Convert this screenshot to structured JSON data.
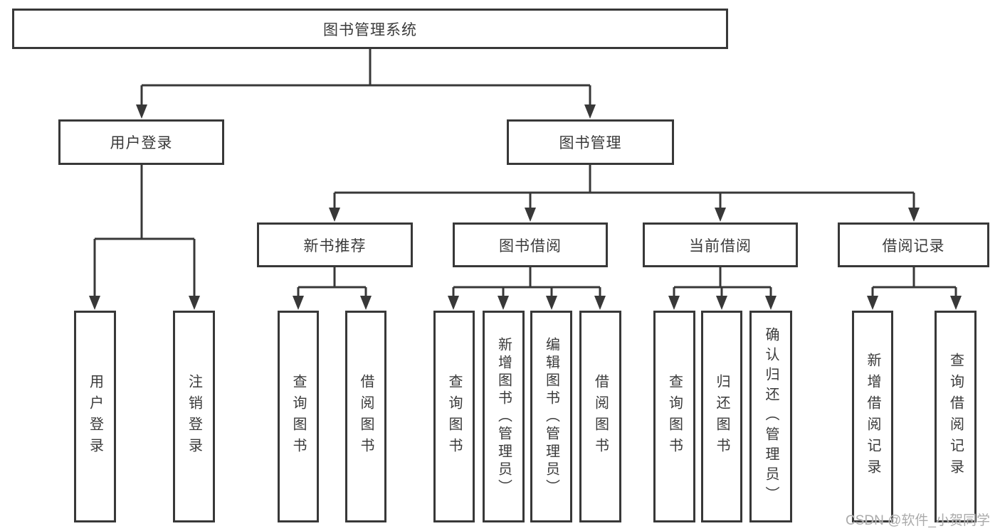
{
  "diagram": {
    "root": {
      "label": "图书管理系统"
    },
    "level2": {
      "user_login": {
        "label": "用户登录"
      },
      "book_mgmt": {
        "label": "图书管理"
      }
    },
    "level3": {
      "new_books": {
        "label": "新书推荐"
      },
      "borrow": {
        "label": "图书借阅"
      },
      "current": {
        "label": "当前借阅"
      },
      "records": {
        "label": "借阅记录"
      }
    },
    "leaves": {
      "ul_login": {
        "label": "用户登录"
      },
      "ul_logout": {
        "label": "注销登录"
      },
      "nb_query": {
        "label": "查询图书"
      },
      "nb_borrow": {
        "label": "借阅图书"
      },
      "bw_query": {
        "label": "查询图书"
      },
      "bw_add": {
        "label": "新增图书（管理员）"
      },
      "bw_edit": {
        "label": "编辑图书（管理员）"
      },
      "bw_borrow": {
        "label": "借阅图书"
      },
      "cu_query": {
        "label": "查询图书"
      },
      "cu_return": {
        "label": "归还图书"
      },
      "cu_confirm": {
        "label": "确认归还（管理员）"
      },
      "rc_add": {
        "label": "新增借阅记录"
      },
      "rc_query": {
        "label": "查询借阅记录"
      }
    },
    "watermark": "CSDN @软件_小贺同学",
    "colors": {
      "line": "#383838",
      "text": "#3a3a3a",
      "watermark": "#ababab",
      "background": "#ffffff"
    }
  }
}
